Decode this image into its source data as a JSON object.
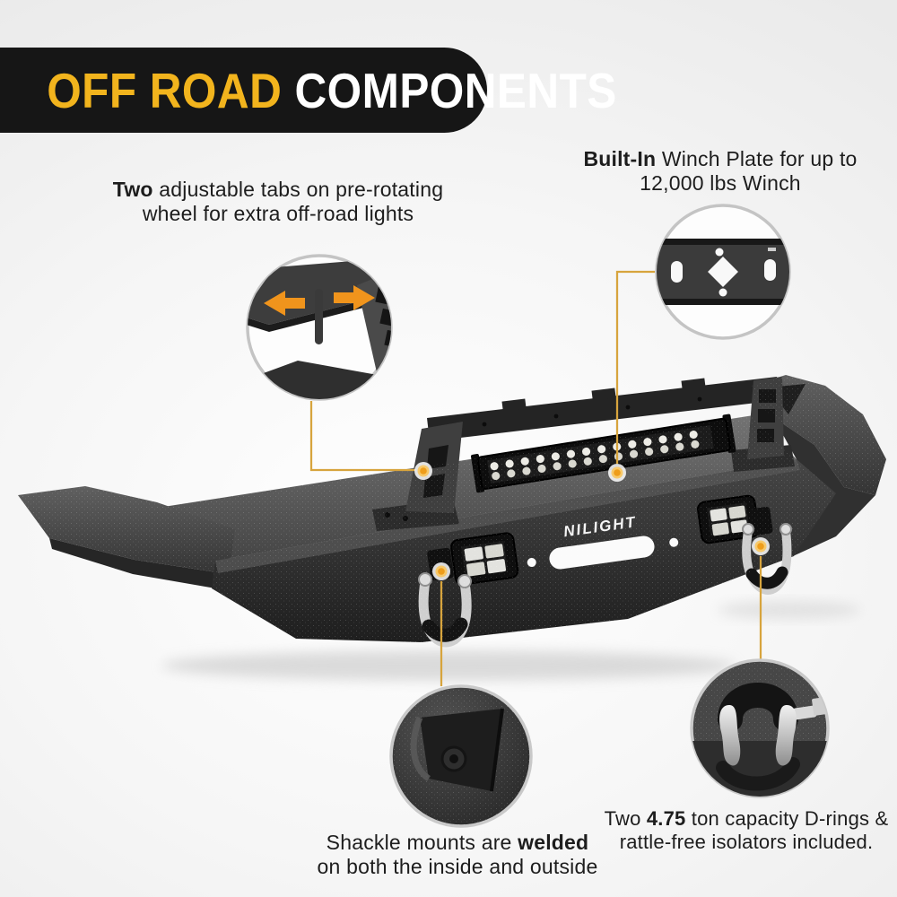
{
  "banner": {
    "highlight": "OFF ROAD",
    "rest": " COMPONENTS",
    "background": "#161616",
    "highlight_color": "#f2b41d",
    "text_color": "#ffffff"
  },
  "annotations": {
    "adjustable_tabs": {
      "lines": [
        [
          {
            "t": "Two",
            "b": true
          },
          {
            "t": " adjustable tabs on pre-rotating",
            "b": false
          }
        ],
        [
          {
            "t": "wheel for extra off-road lights",
            "b": false
          }
        ]
      ]
    },
    "winch_plate": {
      "lines": [
        [
          {
            "t": "Built-In",
            "b": true
          },
          {
            "t": " Winch Plate for up to",
            "b": false
          }
        ],
        [
          {
            "t": "12,000 lbs Winch",
            "b": false
          }
        ]
      ]
    },
    "shackle_mounts": {
      "lines": [
        [
          {
            "t": "Shackle mounts are ",
            "b": false
          },
          {
            "t": "welded",
            "b": true
          }
        ],
        [
          {
            "t": "on both the inside and outside",
            "b": false
          }
        ]
      ]
    },
    "d_rings": {
      "lines": [
        [
          {
            "t": "Two ",
            "b": false
          },
          {
            "t": "4.75",
            "b": true
          },
          {
            "t": " ton capacity D-rings &",
            "b": false
          }
        ],
        [
          {
            "t": "rattle-free isolators included.",
            "b": false
          }
        ]
      ]
    }
  },
  "product": {
    "brand_logo": "NILIGHT",
    "description": "front bumper with built-in winch plate, LED light bar, pod lights and D-ring shackles"
  },
  "callouts": [
    {
      "name": "adjustable-tab-detail"
    },
    {
      "name": "winch-plate-detail"
    },
    {
      "name": "shackle-mount-detail"
    },
    {
      "name": "d-ring-detail"
    }
  ],
  "colors": {
    "accent_yellow": "#f2b41d",
    "connector_gold": "#d7a43d",
    "arrow_orange": "#f0941c",
    "banner_background": "#161616"
  }
}
